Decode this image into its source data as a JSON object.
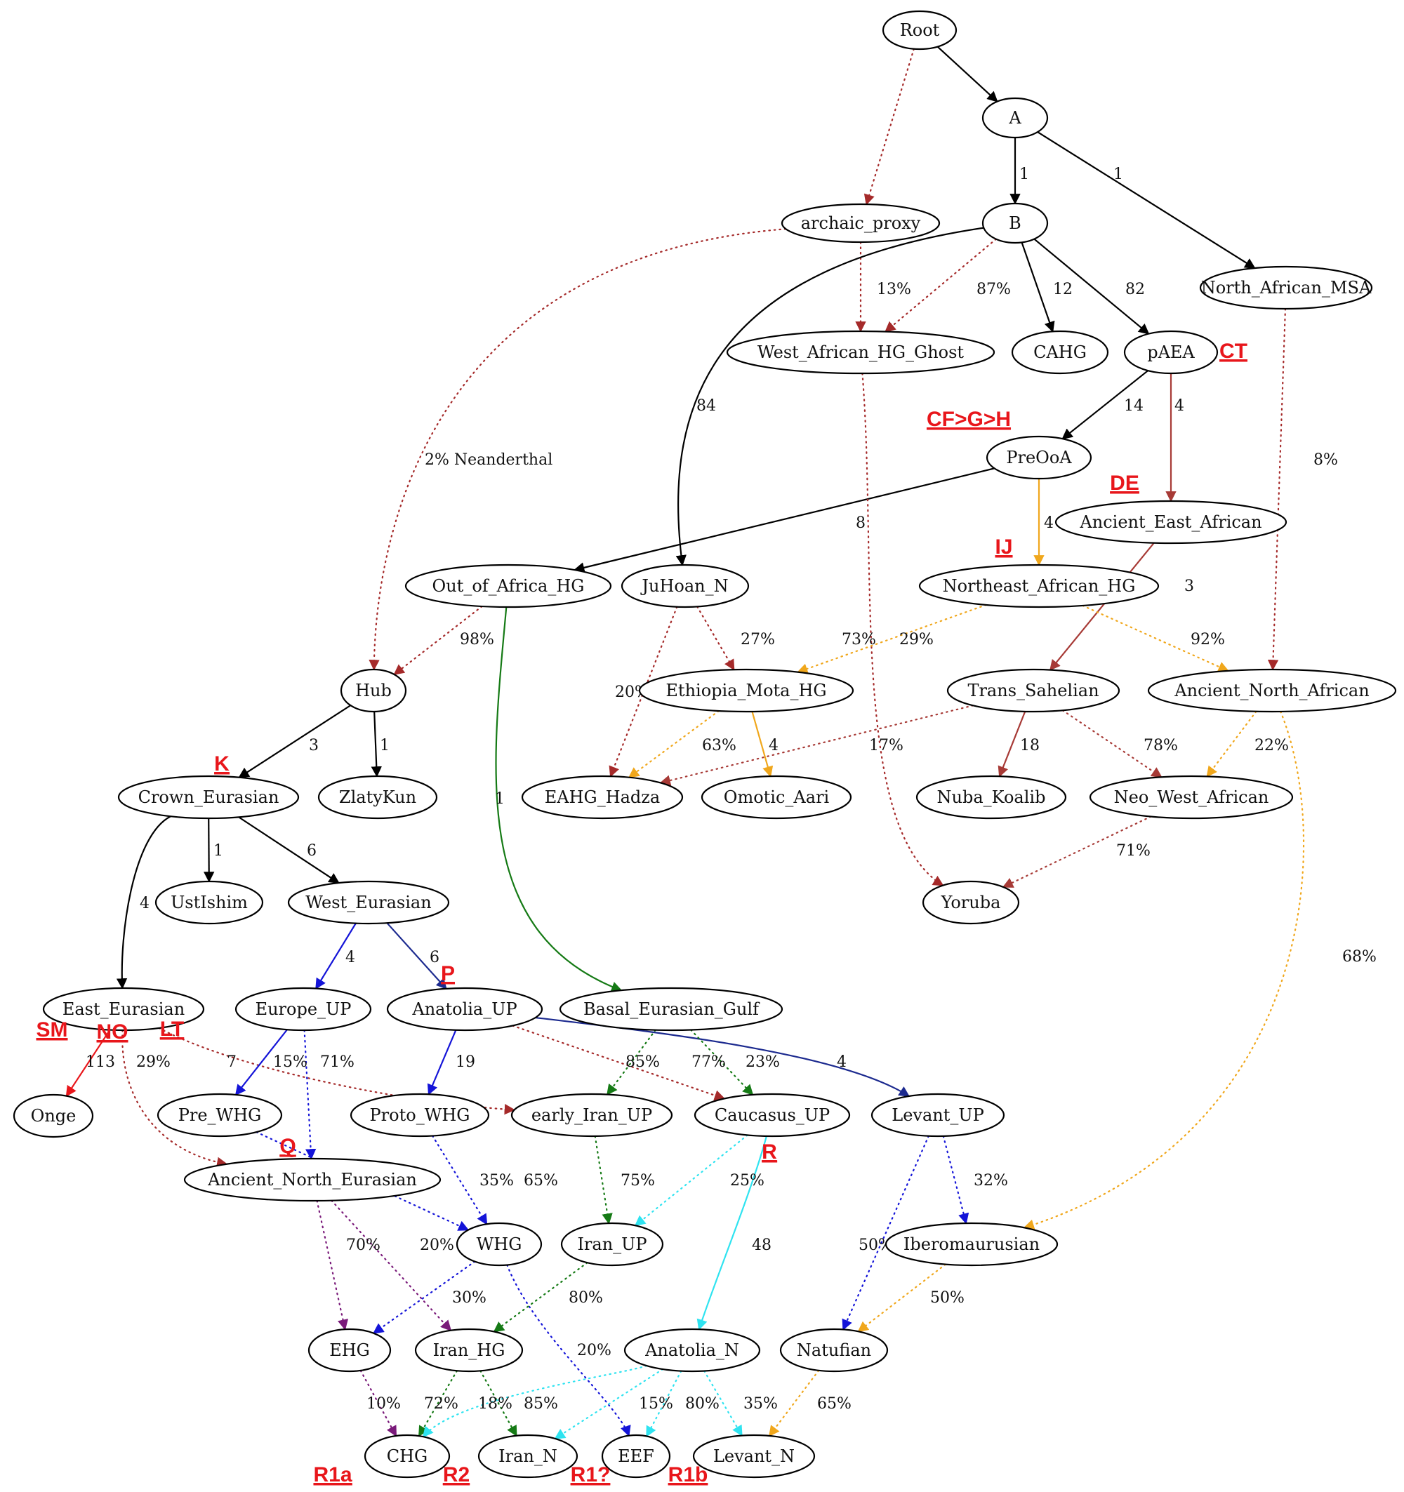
{
  "colors": {
    "black": "#000000",
    "gold": "#f0a71c",
    "brown": "#a73a36",
    "green": "#157a15",
    "navy": "#1c2a8f",
    "blue": "#1414d8",
    "cyan": "#2fe3f0",
    "purple": "#7a1a7a",
    "red": "#e8161b",
    "darkred": "#a52a2a"
  },
  "nodes": [
    {
      "id": "Root",
      "label": "Root"
    },
    {
      "id": "A",
      "label": "A"
    },
    {
      "id": "archaic_proxy",
      "label": "archaic_proxy"
    },
    {
      "id": "B",
      "label": "B"
    },
    {
      "id": "North_African_MSA",
      "label": "North_African_MSA"
    },
    {
      "id": "West_African_HG_Ghost",
      "label": "West_African_HG_Ghost"
    },
    {
      "id": "CAHG",
      "label": "CAHG"
    },
    {
      "id": "pAEA",
      "label": "pAEA"
    },
    {
      "id": "PreOoA",
      "label": "PreOoA"
    },
    {
      "id": "Ancient_East_African",
      "label": "Ancient_East_African"
    },
    {
      "id": "Out_of_Africa_HG",
      "label": "Out_of_Africa_HG"
    },
    {
      "id": "JuHoan_N",
      "label": "JuHoan_N"
    },
    {
      "id": "Northeast_African_HG",
      "label": "Northeast_African_HG"
    },
    {
      "id": "Hub",
      "label": "Hub"
    },
    {
      "id": "Ethiopia_Mota_HG",
      "label": "Ethiopia_Mota_HG"
    },
    {
      "id": "Trans_Sahelian",
      "label": "Trans_Sahelian"
    },
    {
      "id": "Ancient_North_African",
      "label": "Ancient_North_African"
    },
    {
      "id": "Crown_Eurasian",
      "label": "Crown_Eurasian"
    },
    {
      "id": "ZlatyKun",
      "label": "ZlatyKun"
    },
    {
      "id": "EAHG_Hadza",
      "label": "EAHG_Hadza"
    },
    {
      "id": "Omotic_Aari",
      "label": "Omotic_Aari"
    },
    {
      "id": "Nuba_Koalib",
      "label": "Nuba_Koalib"
    },
    {
      "id": "Neo_West_African",
      "label": "Neo_West_African"
    },
    {
      "id": "UstIshim",
      "label": "UstIshim"
    },
    {
      "id": "West_Eurasian",
      "label": "West_Eurasian"
    },
    {
      "id": "Yoruba",
      "label": "Yoruba"
    },
    {
      "id": "East_Eurasian",
      "label": "East_Eurasian"
    },
    {
      "id": "Europe_UP",
      "label": "Europe_UP"
    },
    {
      "id": "Anatolia_UP",
      "label": "Anatolia_UP"
    },
    {
      "id": "Basal_Eurasian_Gulf",
      "label": "Basal_Eurasian_Gulf"
    },
    {
      "id": "Onge",
      "label": "Onge"
    },
    {
      "id": "Pre_WHG",
      "label": "Pre_WHG"
    },
    {
      "id": "Proto_WHG",
      "label": "Proto_WHG"
    },
    {
      "id": "early_Iran_UP",
      "label": "early_Iran_UP"
    },
    {
      "id": "Caucasus_UP",
      "label": "Caucasus_UP"
    },
    {
      "id": "Levant_UP",
      "label": "Levant_UP"
    },
    {
      "id": "Ancient_North_Eurasian",
      "label": "Ancient_North_Eurasian"
    },
    {
      "id": "WHG",
      "label": "WHG"
    },
    {
      "id": "Iran_UP",
      "label": "Iran_UP"
    },
    {
      "id": "Iberomaurusian",
      "label": "Iberomaurusian"
    },
    {
      "id": "EHG",
      "label": "EHG"
    },
    {
      "id": "Iran_HG",
      "label": "Iran_HG"
    },
    {
      "id": "Anatolia_N",
      "label": "Anatolia_N"
    },
    {
      "id": "Natufian",
      "label": "Natufian"
    },
    {
      "id": "CHG",
      "label": "CHG"
    },
    {
      "id": "Iran_N",
      "label": "Iran_N"
    },
    {
      "id": "EEF",
      "label": "EEF"
    },
    {
      "id": "Levant_N",
      "label": "Levant_N"
    }
  ],
  "edges": [
    {
      "from": "Root",
      "to": "A",
      "label": "",
      "color": "black",
      "style": "solid"
    },
    {
      "from": "Root",
      "to": "archaic_proxy",
      "label": "",
      "color": "darkred",
      "style": "dotted"
    },
    {
      "from": "A",
      "to": "B",
      "label": "1",
      "color": "black",
      "style": "solid"
    },
    {
      "from": "A",
      "to": "North_African_MSA",
      "label": "1",
      "color": "black",
      "style": "solid"
    },
    {
      "from": "archaic_proxy",
      "to": "Hub",
      "label": "2% Neanderthal",
      "color": "darkred",
      "style": "dotted"
    },
    {
      "from": "archaic_proxy",
      "to": "West_African_HG_Ghost",
      "label": "13%",
      "color": "darkred",
      "style": "dotted"
    },
    {
      "from": "B",
      "to": "West_African_HG_Ghost",
      "label": "87%",
      "color": "darkred",
      "style": "dotted"
    },
    {
      "from": "B",
      "to": "CAHG",
      "label": "12",
      "color": "black",
      "style": "solid"
    },
    {
      "from": "B",
      "to": "pAEA",
      "label": "82",
      "color": "black",
      "style": "solid"
    },
    {
      "from": "B",
      "to": "JuHoan_N",
      "label": "84",
      "color": "black",
      "style": "solid"
    },
    {
      "from": "pAEA",
      "to": "PreOoA",
      "label": "14",
      "color": "black",
      "style": "solid"
    },
    {
      "from": "pAEA",
      "to": "Ancient_East_African",
      "label": "4",
      "color": "brown",
      "style": "solid"
    },
    {
      "from": "North_African_MSA",
      "to": "Ancient_North_African",
      "label": "8%",
      "color": "darkred",
      "style": "dotted"
    },
    {
      "from": "PreOoA",
      "to": "Out_of_Africa_HG",
      "label": "8",
      "color": "black",
      "style": "solid"
    },
    {
      "from": "PreOoA",
      "to": "Northeast_African_HG",
      "label": "4",
      "color": "gold",
      "style": "solid"
    },
    {
      "from": "Ancient_East_African",
      "to": "Trans_Sahelian",
      "label": "3",
      "color": "brown",
      "style": "solid"
    },
    {
      "from": "West_African_HG_Ghost",
      "to": "Yoruba",
      "label": "29%",
      "color": "darkred",
      "style": "dotted"
    },
    {
      "from": "Out_of_Africa_HG",
      "to": "Hub",
      "label": "98%",
      "color": "darkred",
      "style": "dotted"
    },
    {
      "from": "Out_of_Africa_HG",
      "to": "Basal_Eurasian_Gulf",
      "label": "1",
      "color": "green",
      "style": "solid"
    },
    {
      "from": "JuHoan_N",
      "to": "Ethiopia_Mota_HG",
      "label": "27%",
      "color": "darkred",
      "style": "dotted"
    },
    {
      "from": "JuHoan_N",
      "to": "EAHG_Hadza",
      "label": "20%",
      "color": "darkred",
      "style": "dotted"
    },
    {
      "from": "Northeast_African_HG",
      "to": "Ethiopia_Mota_HG",
      "label": "73%",
      "color": "gold",
      "style": "dotted"
    },
    {
      "from": "Northeast_African_HG",
      "to": "Ancient_North_African",
      "label": "92%",
      "color": "gold",
      "style": "dotted"
    },
    {
      "from": "Hub",
      "to": "Crown_Eurasian",
      "label": "3",
      "color": "black",
      "style": "solid"
    },
    {
      "from": "Hub",
      "to": "ZlatyKun",
      "label": "1",
      "color": "black",
      "style": "solid"
    },
    {
      "from": "Ethiopia_Mota_HG",
      "to": "EAHG_Hadza",
      "label": "63%",
      "color": "gold",
      "style": "dotted"
    },
    {
      "from": "Ethiopia_Mota_HG",
      "to": "Omotic_Aari",
      "label": "4",
      "color": "gold",
      "style": "solid"
    },
    {
      "from": "Trans_Sahelian",
      "to": "EAHG_Hadza",
      "label": "17%",
      "color": "brown",
      "style": "dotted"
    },
    {
      "from": "Trans_Sahelian",
      "to": "Nuba_Koalib",
      "label": "18",
      "color": "brown",
      "style": "solid"
    },
    {
      "from": "Trans_Sahelian",
      "to": "Neo_West_African",
      "label": "78%",
      "color": "brown",
      "style": "dotted"
    },
    {
      "from": "Ancient_North_African",
      "to": "Neo_West_African",
      "label": "22%",
      "color": "gold",
      "style": "dotted"
    },
    {
      "from": "Ancient_North_African",
      "to": "Iberomaurusian",
      "label": "68%",
      "color": "gold",
      "style": "dotted"
    },
    {
      "from": "Neo_West_African",
      "to": "Yoruba",
      "label": "71%",
      "color": "brown",
      "style": "dotted"
    },
    {
      "from": "Crown_Eurasian",
      "to": "UstIshim",
      "label": "1",
      "color": "black",
      "style": "solid"
    },
    {
      "from": "Crown_Eurasian",
      "to": "West_Eurasian",
      "label": "6",
      "color": "black",
      "style": "solid"
    },
    {
      "from": "Crown_Eurasian",
      "to": "East_Eurasian",
      "label": "4",
      "color": "black",
      "style": "solid"
    },
    {
      "from": "West_Eurasian",
      "to": "Europe_UP",
      "label": "4",
      "color": "blue",
      "style": "solid"
    },
    {
      "from": "West_Eurasian",
      "to": "Anatolia_UP",
      "label": "6",
      "color": "navy",
      "style": "solid"
    },
    {
      "from": "East_Eurasian",
      "to": "Onge",
      "label": "113",
      "color": "red",
      "style": "solid"
    },
    {
      "from": "East_Eurasian",
      "to": "Ancient_North_Eurasian",
      "label": "29%",
      "color": "darkred",
      "style": "dotted"
    },
    {
      "from": "East_Eurasian",
      "to": "early_Iran_UP",
      "label": "15%",
      "color": "darkred",
      "style": "dotted"
    },
    {
      "from": "Europe_UP",
      "to": "Pre_WHG",
      "label": "7",
      "color": "blue",
      "style": "solid"
    },
    {
      "from": "Europe_UP",
      "to": "Ancient_North_Eurasian",
      "label": "71%",
      "color": "blue",
      "style": "dotted"
    },
    {
      "from": "Anatolia_UP",
      "to": "Proto_WHG",
      "label": "19",
      "color": "blue",
      "style": "solid"
    },
    {
      "from": "Anatolia_UP",
      "to": "Caucasus_UP",
      "label": "77%",
      "color": "darkred",
      "style": "dotted"
    },
    {
      "from": "Anatolia_UP",
      "to": "Levant_UP",
      "label": "4",
      "color": "navy",
      "style": "solid"
    },
    {
      "from": "Basal_Eurasian_Gulf",
      "to": "early_Iran_UP",
      "label": "85%",
      "color": "green",
      "style": "dotted"
    },
    {
      "from": "Basal_Eurasian_Gulf",
      "to": "Caucasus_UP",
      "label": "23%",
      "color": "green",
      "style": "dotted"
    },
    {
      "from": "Pre_WHG",
      "to": "WHG",
      "label": "35%",
      "color": "blue",
      "style": "dotted"
    },
    {
      "from": "Proto_WHG",
      "to": "WHG",
      "label": "65%",
      "color": "blue",
      "style": "dotted"
    },
    {
      "from": "early_Iran_UP",
      "to": "Iran_UP",
      "label": "75%",
      "color": "green",
      "style": "dotted"
    },
    {
      "from": "Caucasus_UP",
      "to": "Iran_UP",
      "label": "25%",
      "color": "cyan",
      "style": "dotted"
    },
    {
      "from": "Caucasus_UP",
      "to": "Anatolia_N",
      "label": "48",
      "color": "cyan",
      "style": "solid"
    },
    {
      "from": "Levant_UP",
      "to": "Iberomaurusian",
      "label": "32%",
      "color": "blue",
      "style": "dotted"
    },
    {
      "from": "Levant_UP",
      "to": "Natufian",
      "label": "50%",
      "color": "blue",
      "style": "dotted"
    },
    {
      "from": "Ancient_North_Eurasian",
      "to": "EHG",
      "label": "70%",
      "color": "purple",
      "style": "dotted"
    },
    {
      "from": "Ancient_North_Eurasian",
      "to": "Iran_HG",
      "label": "20%",
      "color": "purple",
      "style": "dotted"
    },
    {
      "from": "WHG",
      "to": "EHG",
      "label": "30%",
      "color": "blue",
      "style": "dotted"
    },
    {
      "from": "WHG",
      "to": "EEF",
      "label": "20%",
      "color": "blue",
      "style": "dotted"
    },
    {
      "from": "Iran_UP",
      "to": "Iran_HG",
      "label": "80%",
      "color": "green",
      "style": "dotted"
    },
    {
      "from": "Iberomaurusian",
      "to": "Natufian",
      "label": "50%",
      "color": "gold",
      "style": "dotted"
    },
    {
      "from": "EHG",
      "to": "CHG",
      "label": "10%",
      "color": "purple",
      "style": "dotted"
    },
    {
      "from": "Iran_HG",
      "to": "CHG",
      "label": "72%",
      "color": "green",
      "style": "dotted"
    },
    {
      "from": "Iran_HG",
      "to": "Iran_N",
      "label": "85%",
      "color": "green",
      "style": "dotted"
    },
    {
      "from": "Anatolia_N",
      "to": "CHG",
      "label": "18%",
      "color": "cyan",
      "style": "dotted"
    },
    {
      "from": "Anatolia_N",
      "to": "Iran_N",
      "label": "15%",
      "color": "cyan",
      "style": "dotted"
    },
    {
      "from": "Anatolia_N",
      "to": "EEF",
      "label": "80%",
      "color": "cyan",
      "style": "dotted"
    },
    {
      "from": "Anatolia_N",
      "to": "Levant_N",
      "label": "35%",
      "color": "cyan",
      "style": "dotted"
    },
    {
      "from": "Natufian",
      "to": "Levant_N",
      "label": "65%",
      "color": "gold",
      "style": "dotted"
    }
  ],
  "haplogroups": [
    {
      "label": "CT",
      "node": "pAEA"
    },
    {
      "label": "CF>G>H",
      "node": "PreOoA"
    },
    {
      "label": "DE",
      "node": "Ancient_East_African"
    },
    {
      "label": "IJ",
      "node": "Northeast_African_HG"
    },
    {
      "label": "K",
      "node": "Crown_Eurasian"
    },
    {
      "label": "P",
      "node": "Anatolia_UP"
    },
    {
      "label": "SM",
      "node": "East_Eurasian"
    },
    {
      "label": "NO",
      "node": "East_Eurasian"
    },
    {
      "label": "LT",
      "node": "East_Eurasian"
    },
    {
      "label": "Q",
      "node": "Ancient_North_Eurasian"
    },
    {
      "label": "R",
      "node": "Caucasus_UP"
    },
    {
      "label": "R1a",
      "node": "CHG"
    },
    {
      "label": "R2",
      "node": "Iran_N"
    },
    {
      "label": "R1?",
      "node": "EEF"
    },
    {
      "label": "R1b",
      "node": "Levant_N"
    }
  ]
}
